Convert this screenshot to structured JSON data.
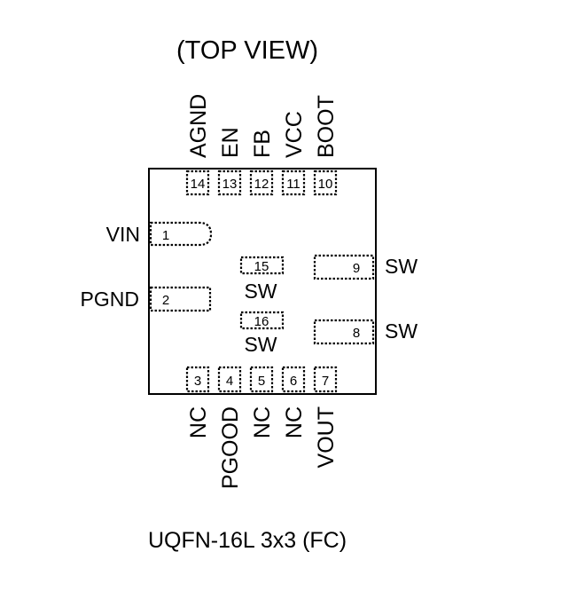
{
  "title": "(TOP VIEW)",
  "package_label": "UQFN-16L 3x3 (FC)",
  "top_pins": [
    {
      "number": "14",
      "name": "AGND"
    },
    {
      "number": "13",
      "name": "EN"
    },
    {
      "number": "12",
      "name": "FB"
    },
    {
      "number": "11",
      "name": "VCC"
    },
    {
      "number": "10",
      "name": "BOOT"
    }
  ],
  "bottom_pins": [
    {
      "number": "3",
      "name": "NC"
    },
    {
      "number": "4",
      "name": "PGOOD"
    },
    {
      "number": "5",
      "name": "NC"
    },
    {
      "number": "6",
      "name": "NC"
    },
    {
      "number": "7",
      "name": "VOUT"
    }
  ],
  "left_pins": [
    {
      "number": "1",
      "name": "VIN"
    },
    {
      "number": "2",
      "name": "PGND"
    }
  ],
  "right_pins": [
    {
      "number": "9",
      "name": "SW"
    },
    {
      "number": "8",
      "name": "SW"
    }
  ],
  "center_pads": [
    {
      "number": "15",
      "name": "SW"
    },
    {
      "number": "16",
      "name": "SW"
    }
  ]
}
